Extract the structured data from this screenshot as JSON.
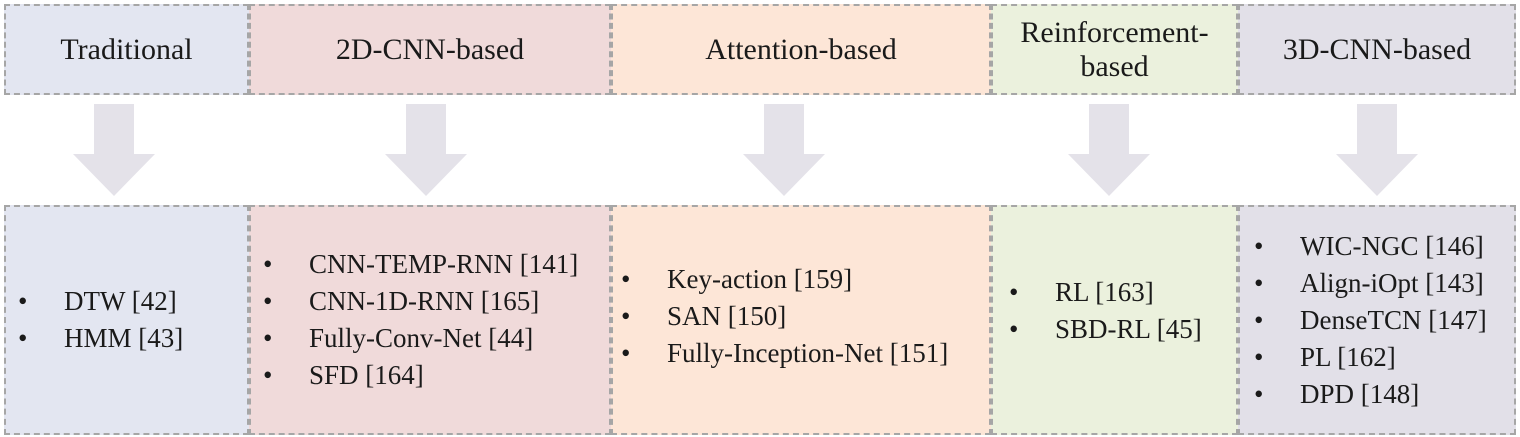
{
  "colors": {
    "traditional": "#e3e6f1",
    "cnn2d": "#f0dada",
    "attention": "#fde6d7",
    "reinforcement": "#ebf1dd",
    "cnn3d": "#e2e0e8",
    "arrow": "#e4e2e9",
    "border": "#a6a6a6"
  },
  "bullet": "•",
  "columns": [
    {
      "header": "Traditional",
      "items": [
        "DTW [42]",
        "HMM [43]"
      ]
    },
    {
      "header": "2D-CNN-based",
      "items": [
        "CNN-TEMP-RNN [141]",
        "CNN-1D-RNN [165]",
        "Fully-Conv-Net [44]",
        "SFD [164]"
      ]
    },
    {
      "header": "Attention-based",
      "items": [
        "Key-action [159]",
        "SAN [150]",
        "Fully-Inception-Net [151]"
      ]
    },
    {
      "header_line1": "Reinforcement-",
      "header_line2": "based",
      "items": [
        "RL [163]",
        "SBD-RL [45]"
      ]
    },
    {
      "header": "3D-CNN-based",
      "items": [
        "WIC-NGC [146]",
        "Align-iOpt [143]",
        "DenseTCN [147]",
        "PL [162]",
        "DPD [148]"
      ]
    }
  ]
}
